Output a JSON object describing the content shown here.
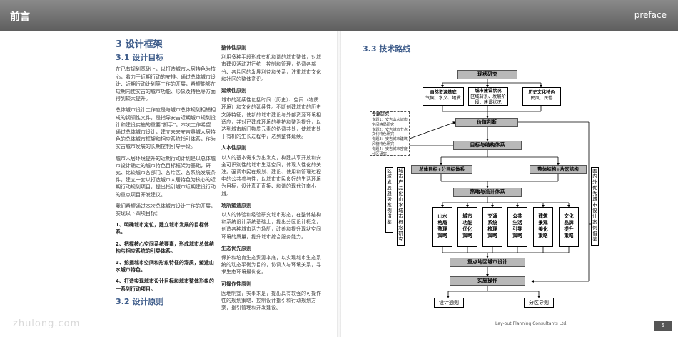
{
  "header": {
    "left": "前言",
    "right": "preface"
  },
  "left": {
    "h_framework": "3 设计框架",
    "h_goal": "3.1 设计目标",
    "p1": "在已有规划基础上，以打造城市人居特色为核心，着力于近期行动的安排。通过总体城市设计、近期行动计划等工作的开展，希望能够在短期内使安吉的城市功能、形象及特色等方面得到较大提升。",
    "p2": "总体城市设计工作应是与城市总体规划相辅相成的钢领性文件，是指导安吉近期城市规划设计和建设实施的重要“抓手”。本次工作希望通过总体城市设计，建立未来安吉县城人居特色的总体城市框架和相应系统指引体系，作为安吉城市发展的长期控制引导手段。",
    "p3": "城市人居环境提升的近期行动计划是以总体城市设计确定的城市特色目标框架为基础，研究、比较城市各部门、各片区、各系统发展条件，建立一套以打造城市人居特色为核心的近期行动规划项目，提出指引城市近期建设行动的重点项目开发建议。",
    "p4": "我们希望通过本次总体城市设计工作的开展，实现以下四项目标：",
    "g1": "1、明确城市定位，建立城市发展的目标体系。",
    "g2": "2、把握核心空间系统要素，形成城市总体结构与相应系统的引导体系。",
    "g3": "3、挖掘城市空间和形象特征的潜质，塑造山水城市特色。",
    "g4": "4、打造实现城市设计目标和城市整体形象的一系列行动项目。",
    "h_principle": "3.2 设计原则"
  },
  "mid": [
    {
      "t": "整体性原则",
      "p": "利用多种手段形成有机和谐的城市整体，对城市建设活动进行统一控制和管理，协调各部分、各片区的发展利益和关系，注重城市文化和社区的整体意识。"
    },
    {
      "t": "延续性原则",
      "p": "城市的延续性包括时间（历史）、空间（物质环境）和文化的延续性。不断创建城市的历史文脉特征，使新的城市建设与外部资源环境相适应，并对已建成环境的维护和整治提升，以达到城市新旧物质元素的协调共处，使城市处于有机的生长过程中，达到整体延续。"
    },
    {
      "t": "人本性原则",
      "p": "以人的基本需求为出发点，构建共享开放和安全可识别性的城市生活空间，体现人性化的关注。强调市民在规划、建设、使用和管理过程中的公共参与性，以城市市民良好的生活环境为目标，设计真正直接、和谐的现代江南小城。"
    },
    {
      "t": "场所塑造原则",
      "p": "以人的体验和经验研究城市形态，在整体结构和系统设计系统基础上，提出分区设计概念，创造各种城市活力场所，改善和提升现状空间环境的质量，提升城市综合服务能力。"
    },
    {
      "t": "生态优先原则",
      "p": "保护和培育生态资源本底，以实现城市生态系统的动态平衡为目的，协调人与环境关系，寻求生态环境最优化。"
    },
    {
      "t": "可操作性原则",
      "p": "因地制宜，实事求是，提出具有较强的可操作性的规划策略、控制设计指引和行动规划方案，指引管理和开发建设。"
    }
  ],
  "right": {
    "h": "3.3 技术路线"
  },
  "flow": {
    "top": "现状研究",
    "c1t": "自然资源基底",
    "c1s": "气候、水文、地质",
    "c2t": "城市建设状况",
    "c2s": "区域背景、发展阶段、建设状况",
    "c3t": "历史文化特色",
    "c3s": "民风、民俗",
    "studies": [
      "专题研究：",
      "专题1：安吉山水城市空间格局研究",
      "专题2：安吉城市节点文化特色研究",
      "专题3：安吉城市建筑风貌特色研究",
      "专题4：安吉城市密度分区研究"
    ],
    "value": "价值判断",
    "goal": "目标与结构体系",
    "tl": "总体目标+分目标体系",
    "tr": "整体结构+片区结构",
    "sideL": [
      "区",
      "域",
      "发",
      "展",
      "趋",
      "势",
      "案",
      "例",
      "借",
      "鉴"
    ],
    "sideM": [
      "城",
      "市",
      "产",
      "品",
      "化",
      "山",
      "水",
      "城",
      "市",
      "概",
      "念",
      "研",
      "究"
    ],
    "sideR": [
      "国",
      "内",
      "外",
      "优",
      "秀",
      "城",
      "市",
      "设",
      "计",
      "案",
      "例",
      "借",
      "鉴"
    ],
    "strat": "策略与设计体系",
    "s": [
      "山水格局整理策略",
      "城市功能优化策略",
      "交通系统梳理策略",
      "公共生活引导策略",
      "建筑景观美化策略",
      "文化品牌提升策略"
    ],
    "key": "重点地区城市设计",
    "impl": "实施操作",
    "o1": "设计通则",
    "o2": "分区导则"
  },
  "footer": {
    "brand": "Lay-out Planning Consultants Ltd.",
    "page": "5",
    "watermark": "zhulong.com"
  }
}
